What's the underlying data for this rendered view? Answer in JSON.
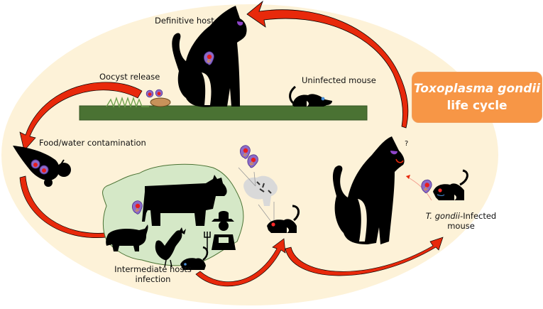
{
  "title": {
    "species": "Toxoplasma gondii",
    "subtitle": "life cycle"
  },
  "labels": {
    "definitive_host": "Definitive host",
    "oocyst_release": "Oocyst release",
    "uninfected_mouse": "Uninfected mouse",
    "food_water": "Food/water contamination",
    "intermediate_hosts_line1": "Intermediate hosts",
    "intermediate_hosts_line2": "infection",
    "infected_mouse_italic": "T. gondii",
    "infected_mouse_rest": "-Infected",
    "infected_mouse_line2": "mouse",
    "question_mark": "?"
  },
  "colors": {
    "background_ellipse": "#fdf2d8",
    "arrow_red": "#e8290b",
    "ground_green": "#4a7233",
    "farm_blob": "#d5e8c7",
    "title_box": "#f79646",
    "parasite_purple": "#8c6bc8",
    "parasite_red": "#e81d1d",
    "cat_eye": "#8e44c9",
    "uninfected_eye": "#4a90d9",
    "infected_eye": "#ff2a2a"
  },
  "stages": [
    "Definitive host",
    "Oocyst release",
    "Food/water contamination",
    "Intermediate hosts infection",
    "T. gondii-Infected mouse",
    "Uninfected mouse"
  ]
}
